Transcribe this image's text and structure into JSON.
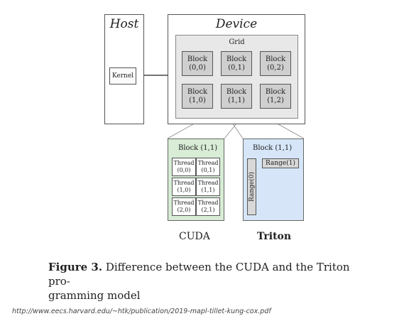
{
  "diagram": {
    "host_title": "Host",
    "device_title": "Device",
    "grid_label": "Grid",
    "kernel_label": "Kernel",
    "blocks": [
      {
        "name": "Block",
        "index": "(0,0)"
      },
      {
        "name": "Block",
        "index": "(0,1)"
      },
      {
        "name": "Block",
        "index": "(0,2)"
      },
      {
        "name": "Block",
        "index": "(1,0)"
      },
      {
        "name": "Block",
        "index": "(1,1)"
      },
      {
        "name": "Block",
        "index": "(1,2)"
      }
    ],
    "cuda_panel": {
      "title": "Block (1,1)",
      "threads": [
        {
          "name": "Thread",
          "index": "(0,0)"
        },
        {
          "name": "Thread",
          "index": "(0,1)"
        },
        {
          "name": "Thread",
          "index": "(1,0)"
        },
        {
          "name": "Thread",
          "index": "(1,1)"
        },
        {
          "name": "Thread",
          "index": "(2,0)"
        },
        {
          "name": "Thread",
          "index": "(2,1)"
        }
      ],
      "label": "CUDA"
    },
    "triton_panel": {
      "title": "Block (1,1)",
      "range_vertical": "Range(0)",
      "range_horizontal": "Range(1)",
      "label": "Triton"
    },
    "colors": {
      "cuda_bg": "#d8ecd6",
      "triton_bg": "#d6e6f8",
      "block_bg": "#cfcfcf",
      "grid_bg": "#e8e8e8"
    }
  },
  "caption": {
    "figure_label": "Figure 3.",
    "text": "Difference between the CUDA and the Triton pro-",
    "text_line2": "gramming model"
  },
  "source_url": "http://www.eecs.harvard.edu/~htk/publication/2019-mapl-tillet-kung-cox.pdf"
}
